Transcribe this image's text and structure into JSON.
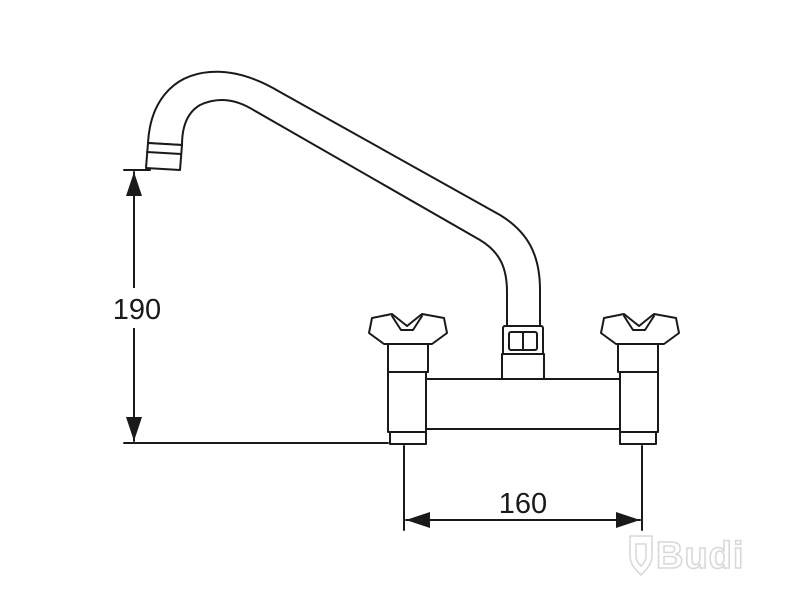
{
  "dimensions": {
    "height": "190",
    "width": "160"
  },
  "watermark": {
    "text": "Budi"
  },
  "colors": {
    "line": "#1a1a1a",
    "watermark": "#d9d9d9",
    "background": "#ffffff"
  }
}
